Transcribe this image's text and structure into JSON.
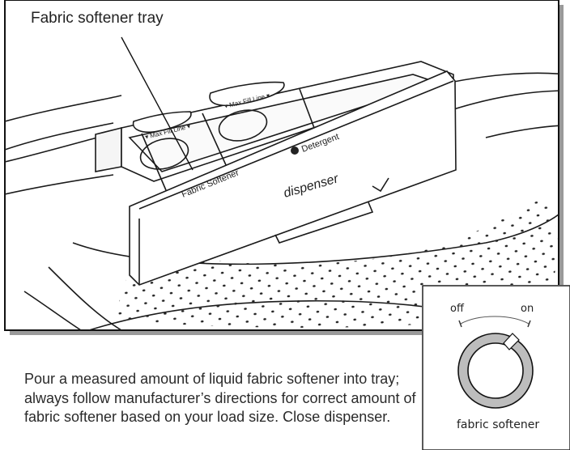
{
  "illustration": {
    "callout": "Fabric softener tray",
    "tray_labels": {
      "max_fill_left": "▾ Max Fill Line ▾",
      "max_fill_right": "▾ Max Fill Line ▾",
      "fabric_softener": "Fabric Softener",
      "detergent": "Detergent",
      "dispenser": "dispenser"
    }
  },
  "instructions": {
    "text": "Pour a measured amount of liquid fabric softener into tray; always follow manufacturer’s directions for correct amount of fabric softener based on your load size. Close dispenser."
  },
  "knob": {
    "off_label": "off",
    "on_label": "on",
    "name": "fabric softener"
  }
}
